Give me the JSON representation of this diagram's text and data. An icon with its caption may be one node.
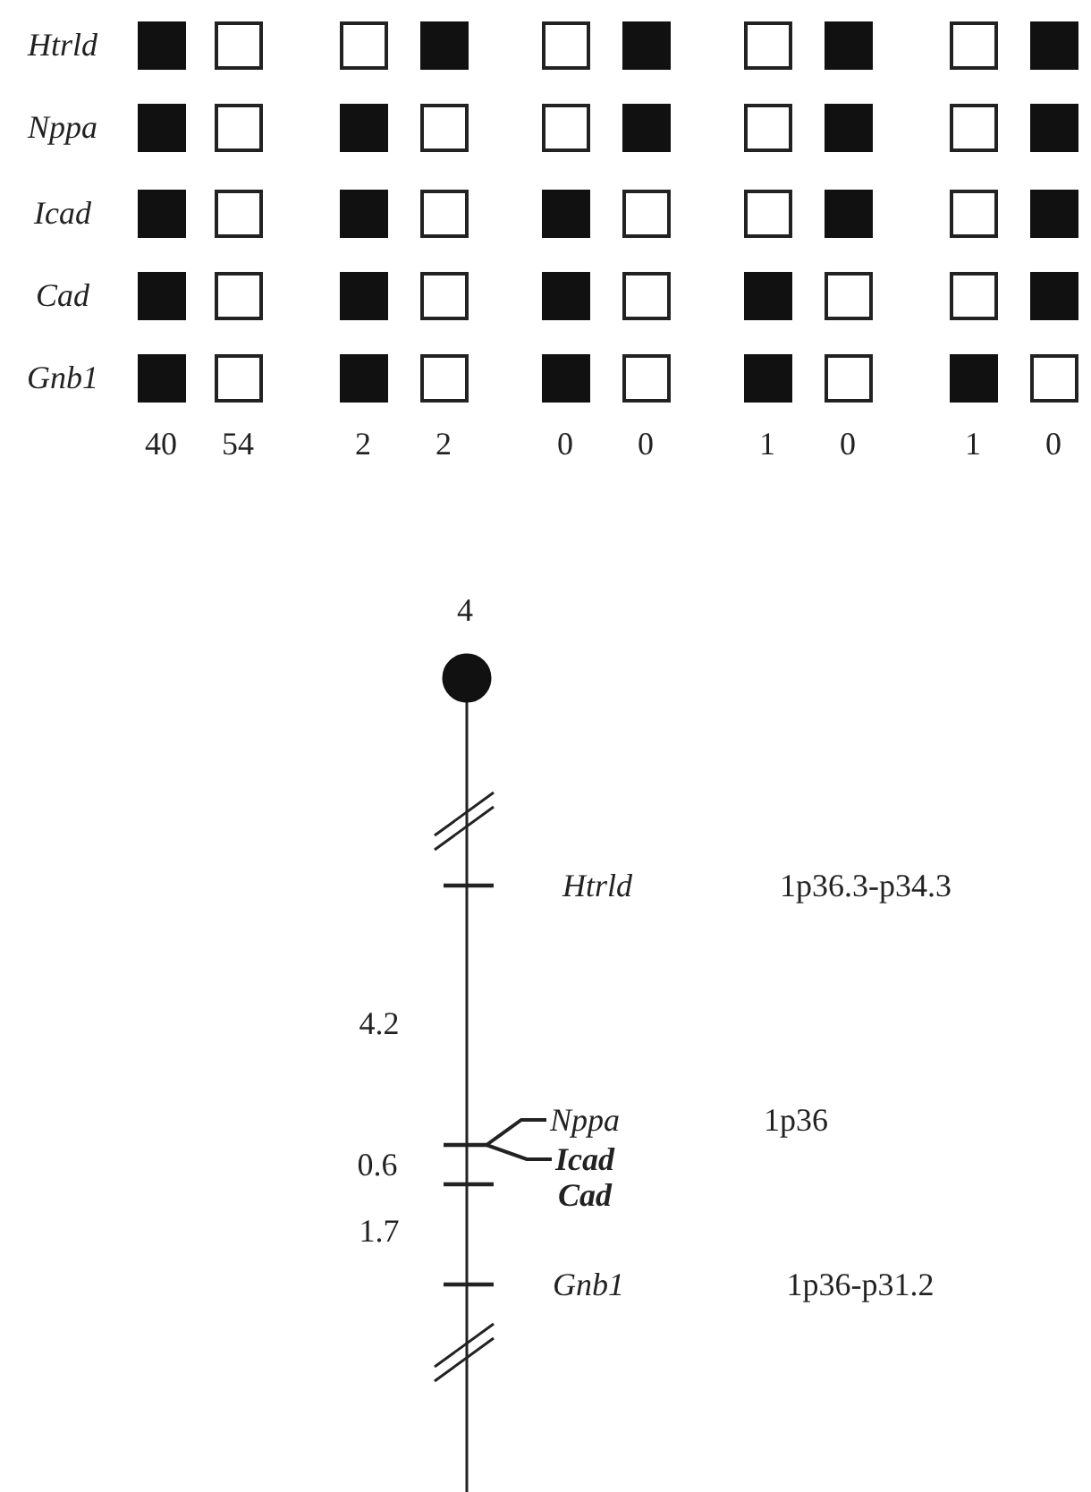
{
  "diagram": {
    "nodes": [
      {
        "text": [],
        "shape": "block"
      },
      {
        "text": [],
        "shape": "square"
      },
      {
        "text": [],
        "shape": "square"
      },
      {
        "text": [],
        "shape": "block"
      },
      {
        "text": [],
        "shape": "square"
      },
      {
        "text": [],
        "shape": "block"
      },
      {
        "text": [],
        "shape": "square"
      },
      {
        "text": [],
        "shape": "block"
      },
      {
        "text": [],
        "shape": "square"
      },
      {
        "text": [],
        "shape": "block"
      },
      {
        "text": [],
        "shape": "block"
      },
      {
        "text": [],
        "shape": "square"
      },
      {
        "text": [],
        "shape": "block"
      },
      {
        "text": [],
        "shape": "square"
      },
      {
        "text": [],
        "shape": "square"
      },
      {
        "text": [],
        "shape": "block"
      },
      {
        "text": [],
        "shape": "square"
      },
      {
        "text": [],
        "shape": "block"
      },
      {
        "text": [],
        "shape": "square"
      },
      {
        "text": [],
        "shape": "block"
      },
      {
        "text": [],
        "shape": "block"
      },
      {
        "text": [],
        "shape": "square"
      },
      {
        "text": [],
        "shape": "block"
      },
      {
        "text": [],
        "shape": "square"
      },
      {
        "text": [],
        "shape": "block"
      },
      {
        "text": [],
        "shape": "square"
      },
      {
        "text": [],
        "shape": "square"
      },
      {
        "text": [],
        "shape": "block"
      },
      {
        "text": [],
        "shape": "square"
      },
      {
        "text": [],
        "shape": "block"
      },
      {
        "text": [],
        "shape": "block"
      },
      {
        "text": [],
        "shape": "square"
      },
      {
        "text": [],
        "shape": "block"
      },
      {
        "text": [],
        "shape": "square"
      },
      {
        "text": [],
        "shape": "block"
      },
      {
        "text": [],
        "shape": "square"
      },
      {
        "text": [],
        "shape": "block"
      },
      {
        "text": [],
        "shape": "square"
      },
      {
        "text": [],
        "shape": "square"
      },
      {
        "text": [],
        "shape": "block"
      },
      {
        "text": [],
        "shape": "block"
      },
      {
        "text": [],
        "shape": "square"
      },
      {
        "text": [],
        "shape": "block"
      },
      {
        "text": [],
        "shape": "square"
      },
      {
        "text": [],
        "shape": "block"
      },
      {
        "text": [],
        "shape": "square"
      },
      {
        "text": [],
        "shape": "block"
      },
      {
        "text": [],
        "shape": "square"
      },
      {
        "text": [],
        "shape": "block"
      },
      {
        "text": [],
        "shape": "square"
      },
      {
        "text": [
          "Nppa"
        ]
      },
      {
        "text": [
          "Icad"
        ]
      }
    ],
    "edges": [
      {
        "from": 50,
        "to": null,
        "arrow": "none"
      },
      {
        "from": 51,
        "to": null,
        "arrow": "none"
      }
    ],
    "labels": [
      "Htrld",
      "Nppa",
      "Icad",
      "Cad",
      "Gnb1",
      "40",
      "54",
      "2",
      "2",
      "0",
      "0",
      "1",
      "0",
      "1",
      "0",
      "4",
      "Htrld",
      "1p36.3-p34.3",
      "4.2",
      "1p36",
      "0.6",
      "Cad",
      "1.7",
      "Gnb1",
      "1p36-p31.2"
    ]
  }
}
